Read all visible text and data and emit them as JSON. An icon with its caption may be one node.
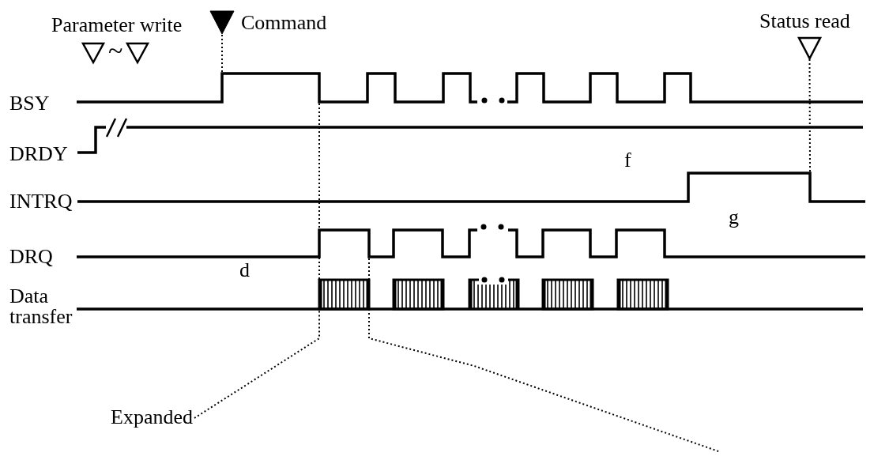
{
  "diagram": {
    "nodes": [
      {
        "text": [],
        "shape": "triangle"
      },
      {
        "text": [],
        "shape": "triangle"
      },
      {
        "text": [],
        "shape": "triangle",
        "beside": [
          "Command"
        ]
      },
      {
        "text": [],
        "shape": "triangle",
        "beside": [
          "Status read"
        ]
      },
      {
        "text": [],
        "shape": "bar"
      },
      {
        "text": [],
        "shape": "bar"
      },
      {
        "text": [],
        "shape": "bar"
      },
      {
        "text": [],
        "shape": "bar"
      },
      {
        "text": [],
        "shape": "bar"
      },
      {
        "text": [
          "Expanded"
        ]
      }
    ],
    "edges": [
      {
        "from": 2,
        "to": null,
        "arrow": "none",
        "style": "dashed"
      },
      {
        "from": 3,
        "to": null,
        "arrow": "none",
        "style": "dashed"
      },
      {
        "from": null,
        "to": 4,
        "arrow": "none",
        "style": "dashed"
      },
      {
        "from": null,
        "to": 4,
        "arrow": "none",
        "style": "dashed"
      },
      {
        "from": 9,
        "to": 4,
        "arrow": "none",
        "style": "dashed"
      },
      {
        "from": 4,
        "to": null,
        "arrow": "none",
        "style": "dashed"
      }
    ],
    "labels": [
      "Parameter write",
      "~",
      "BSY",
      "DRDY",
      "f",
      "INTRQ",
      "g",
      "DRQ",
      "d",
      "Data transfer"
    ]
  }
}
